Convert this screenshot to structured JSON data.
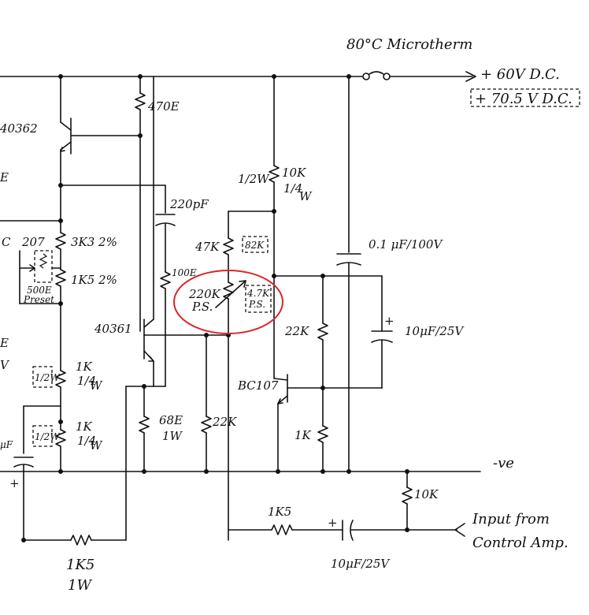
{
  "labels": {
    "microtherm": "80°C Microtherm",
    "supply": "+ 60V D.C.",
    "supply_alt": "+ 70.5 V D.C.",
    "r470": "470E",
    "q40362": "40362",
    "c220p": "220pF",
    "r10k_a": "10K",
    "frac_a": "1/4",
    "frac_w_a": "W",
    "half_w": "1/2W",
    "r47k": "47K",
    "r82k": "82K",
    "r207": "207",
    "c_left": "C",
    "r3k3": "3K3 2%",
    "r1k5_2": "1K5 2%",
    "preset": "500E Preset",
    "r100e": "100E",
    "r220k": "220K",
    "ps_a": "P.S.",
    "r47k_ps": "4.7K",
    "ps_b": "P.S.",
    "c01": "0.1 μF/100V",
    "q40361": "40361",
    "r22k_a": "22K",
    "c10u_a": "10μF/25V",
    "q_bc107": "BC107",
    "r1k_a": "1K",
    "frac_b": "1/4",
    "w_b": "W",
    "half_w_b": "1/2W",
    "r1k_b": "1K",
    "frac_c": "1/4",
    "w_c": "W",
    "half_w_c": "1/2W",
    "r68e": "68E",
    "w68": "1W",
    "r22k_b": "22K",
    "r1k_c": "1K",
    "neg": "-ve",
    "r10k_b": "10K",
    "r1k5_in": "1K5",
    "c10u_b": "10μF/25V",
    "input": "Input from Control Amp.",
    "r1k5_bot": "1K5",
    "w_bot": "1W",
    "frag_e1": "E",
    "frag_e2": "E",
    "frag_v": "V",
    "frag_mf": "μF",
    "plus_left": "+"
  },
  "colors": {
    "ink": "#111111",
    "highlight": "#d9262c"
  }
}
